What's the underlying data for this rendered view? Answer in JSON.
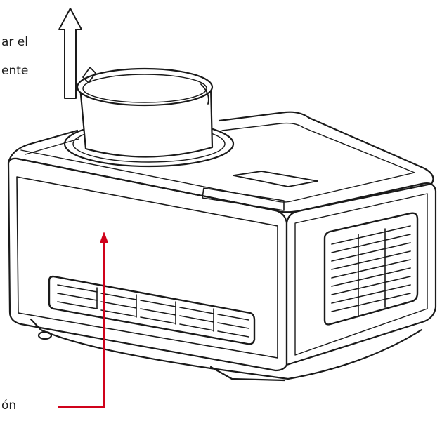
{
  "labels": {
    "top_line1": "ar el",
    "top_line2": "ente",
    "bottom": "ón"
  },
  "colors": {
    "line": "#1a1a1a",
    "arrow": "#d0021b",
    "background": "#ffffff"
  },
  "icons": {
    "up_arrow": "outline-up-arrow-icon",
    "pointer": "red-pointer-arrow-icon"
  }
}
